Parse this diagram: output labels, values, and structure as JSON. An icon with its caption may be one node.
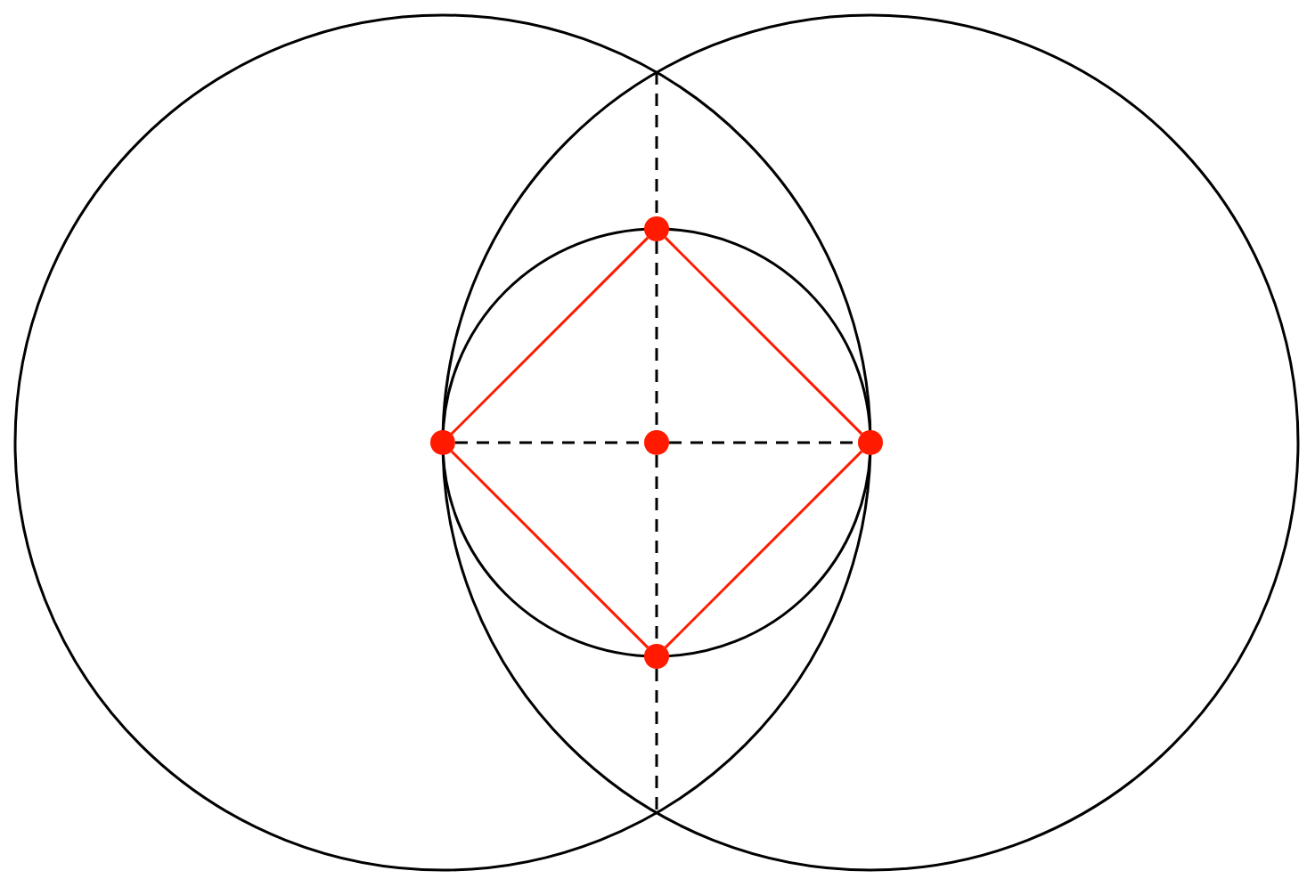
{
  "diagram": {
    "nodes": [
      {
        "text": [],
        "shape": "circle"
      },
      {
        "text": [],
        "shape": "circle"
      },
      {
        "text": [],
        "shape": "circle"
      },
      {
        "text": [],
        "shape": "circle"
      },
      {
        "text": [],
        "shape": "circle"
      }
    ],
    "edges": [
      {
        "from": 0,
        "to": 3,
        "arrow": "none",
        "color": "#ff1a00"
      },
      {
        "from": 3,
        "to": 4,
        "arrow": "none",
        "color": "#ff1a00"
      },
      {
        "from": 4,
        "to": 1,
        "arrow": "none",
        "color": "#ff1a00"
      },
      {
        "from": 1,
        "to": 0,
        "arrow": "none",
        "color": "#ff1a00"
      },
      {
        "from": 1,
        "to": 2,
        "arrow": "none",
        "style": "dashed"
      },
      {
        "from": 2,
        "to": 3,
        "arrow": "none",
        "style": "dashed"
      },
      {
        "from": null,
        "to": 0,
        "arrow": "none",
        "style": "dashed"
      },
      {
        "from": 0,
        "to": 2,
        "arrow": "none",
        "style": "dashed"
      },
      {
        "from": 2,
        "to": 4,
        "arrow": "none",
        "style": "dashed"
      },
      {
        "from": 4,
        "to": null,
        "arrow": "none",
        "style": "dashed"
      }
    ]
  }
}
